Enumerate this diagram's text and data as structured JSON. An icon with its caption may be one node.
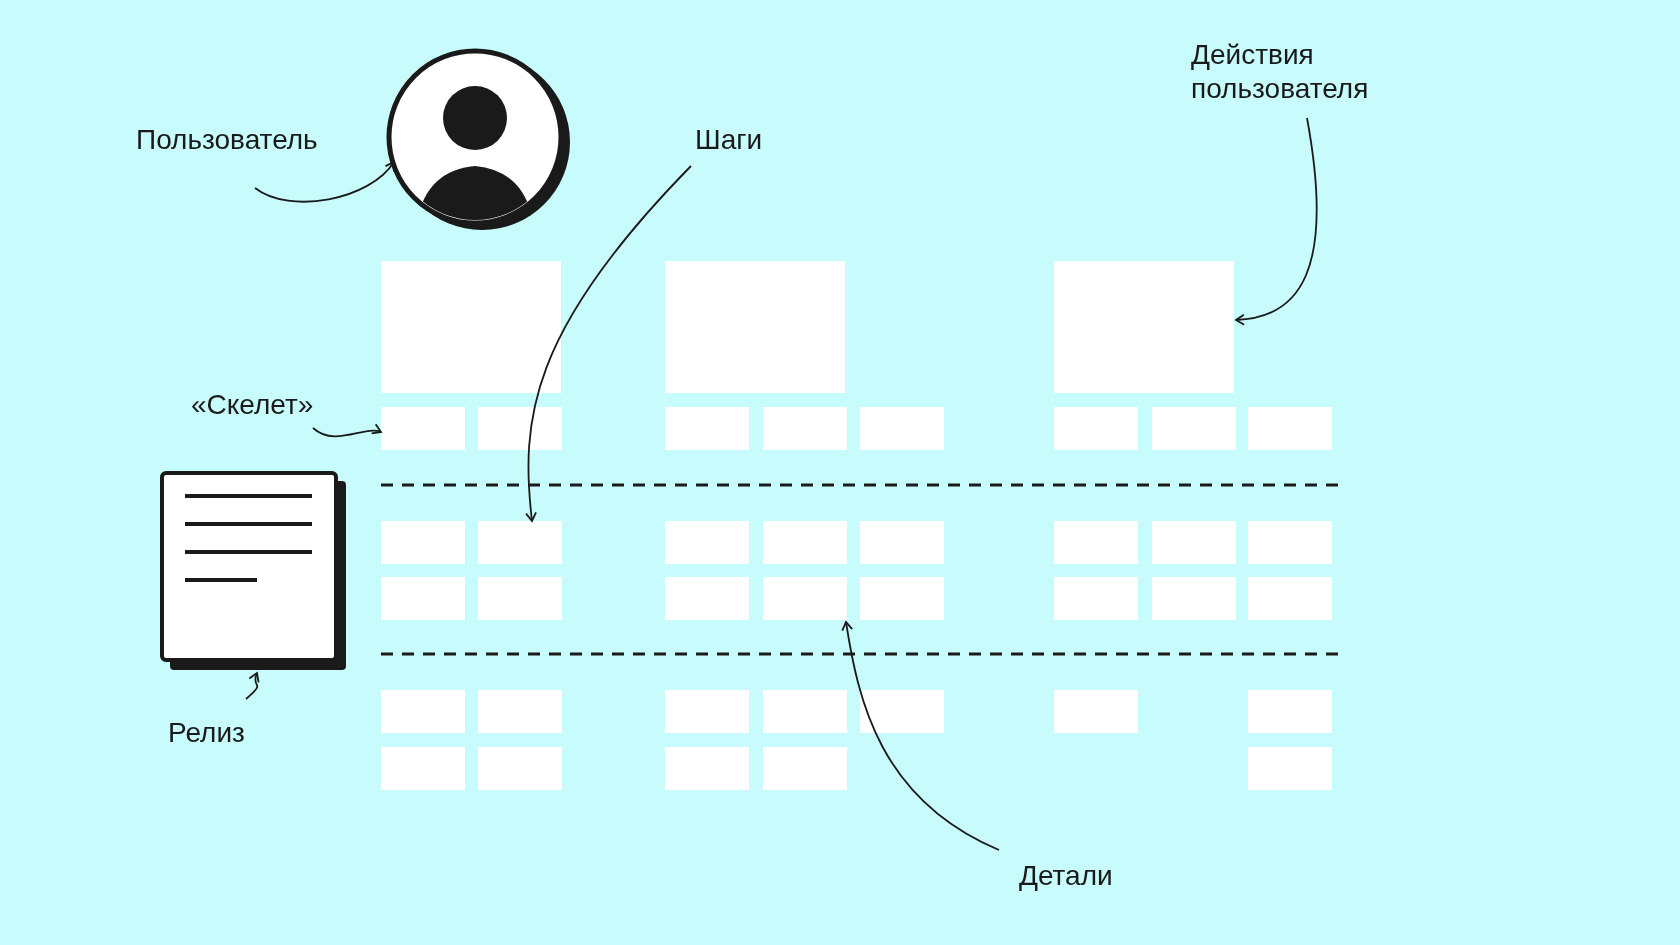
{
  "diagram": {
    "nodes": [
      {
        "text": [
          "Действия пользователя"
        ]
      },
      {
        "text": [
          "Пользователь"
        ]
      },
      {
        "text": [],
        "shape": "person"
      },
      {
        "text": [
          "Шаги"
        ]
      },
      {
        "text": [],
        "shape": "box"
      },
      {
        "text": [
          "«Скелет»"
        ]
      },
      {
        "text": [],
        "shape": "box"
      },
      {
        "text": [],
        "shape": "picture"
      },
      {
        "text": [],
        "shape": "box"
      },
      {
        "text": [],
        "shape": "box"
      },
      {
        "text": [
          "Релиз"
        ]
      },
      {
        "text": [
          "Детали"
        ]
      }
    ],
    "edges": [
      {
        "from": 0,
        "to": 4,
        "arrow": "to"
      },
      {
        "from": 1,
        "to": 2,
        "arrow": "to"
      },
      {
        "from": 3,
        "to": 8,
        "arrow": "to"
      },
      {
        "from": 5,
        "to": 6,
        "arrow": "to"
      },
      {
        "from": 10,
        "to": 7,
        "arrow": "to"
      },
      {
        "from": 11,
        "to": 9,
        "arrow": "to"
      }
    ]
  }
}
